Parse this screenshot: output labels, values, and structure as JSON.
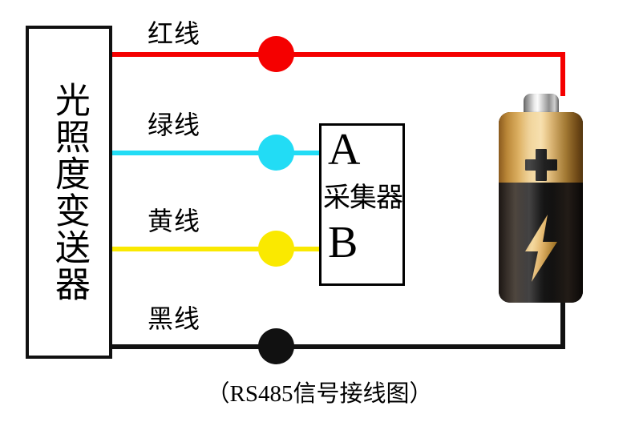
{
  "diagram": {
    "caption": "（RS485信号接线图）",
    "transmitter": {
      "label": "光照度变送器"
    },
    "collector": {
      "terminal_a": "A",
      "name": "采集器",
      "terminal_b": "B"
    },
    "battery": {
      "polarity_positive": "+",
      "bolt_icon": "lightning-bolt-icon",
      "cap_icon": "battery-terminal-cap"
    },
    "wires": [
      {
        "id": "red",
        "label": "红线",
        "color": "#f50000",
        "from": "transmitter",
        "to": "battery-positive"
      },
      {
        "id": "green",
        "label": "绿线",
        "color": "#22dcf5",
        "from": "transmitter",
        "to": "collector-A"
      },
      {
        "id": "yellow",
        "label": "黄线",
        "color": "#fae900",
        "from": "transmitter",
        "to": "collector-B"
      },
      {
        "id": "black",
        "label": "黑线",
        "color": "#111111",
        "from": "transmitter",
        "to": "battery-negative"
      }
    ]
  }
}
